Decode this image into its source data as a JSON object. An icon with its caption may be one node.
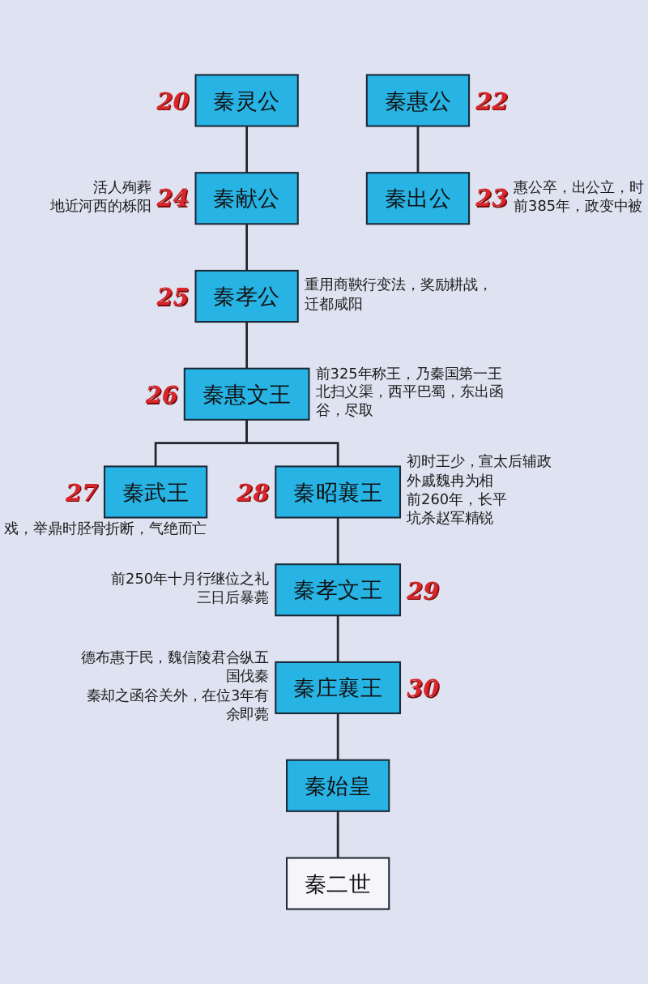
{
  "diagram": {
    "nodes": [
      {
        "text": [
          "秦灵公"
        ],
        "beside": [
          "20"
        ]
      },
      {
        "text": [
          "秦惠公"
        ],
        "beside": [
          "22"
        ]
      },
      {
        "text": [
          "秦献公"
        ],
        "beside": [
          "24",
          "活人殉葬",
          "地近河西的栎阳"
        ]
      },
      {
        "text": [
          "秦出公"
        ],
        "beside": [
          "23",
          "惠公卒，出公立，时",
          "前385年，政变中被"
        ]
      },
      {
        "text": [
          "秦孝公"
        ],
        "beside": [
          "25",
          "重用商鞅行变法，奖励耕战，迁都咸阳"
        ]
      },
      {
        "text": [
          "秦惠文王"
        ],
        "beside": [
          "26",
          "前325年称王，乃秦国第一王",
          "北扫义渠，西平巴蜀，东出函谷，尽取"
        ]
      },
      {
        "text": [
          "秦武王"
        ],
        "beside": [
          "27",
          "戏，举鼎时胫骨折断，气绝而亡"
        ]
      },
      {
        "text": [
          "秦昭襄王"
        ],
        "beside": [
          "28",
          "初时王少，宣太后辅政",
          "外戚魏冉为相",
          "前260年，长平",
          "坑杀赵军精锐"
        ]
      },
      {
        "text": [
          "秦孝文王"
        ],
        "beside": [
          "29",
          "前250年十月行继位之礼",
          "三日后暴薨"
        ]
      },
      {
        "text": [
          "秦庄襄王"
        ],
        "beside": [
          "30",
          "德布惠于民，魏信陵君合纵五国伐秦",
          "秦却之函谷关外，在位3年有余即薨"
        ]
      },
      {
        "text": [
          "秦始皇"
        ]
      },
      {
        "text": [
          "秦二世"
        ]
      }
    ],
    "edges": [
      {
        "from": 0,
        "to": 2,
        "arrow": "none"
      },
      {
        "from": 1,
        "to": 3,
        "arrow": "none"
      },
      {
        "from": 2,
        "to": 4,
        "arrow": "none"
      },
      {
        "from": 4,
        "to": 5,
        "arrow": "none"
      },
      {
        "from": 5,
        "to": 6,
        "arrow": "none"
      },
      {
        "from": 5,
        "to": 7,
        "arrow": "none"
      },
      {
        "from": 7,
        "to": 8,
        "arrow": "none"
      },
      {
        "from": 8,
        "to": 9,
        "arrow": "none"
      },
      {
        "from": 9,
        "to": 10,
        "arrow": "none"
      },
      {
        "from": 10,
        "to": 11,
        "arrow": "none"
      }
    ]
  }
}
